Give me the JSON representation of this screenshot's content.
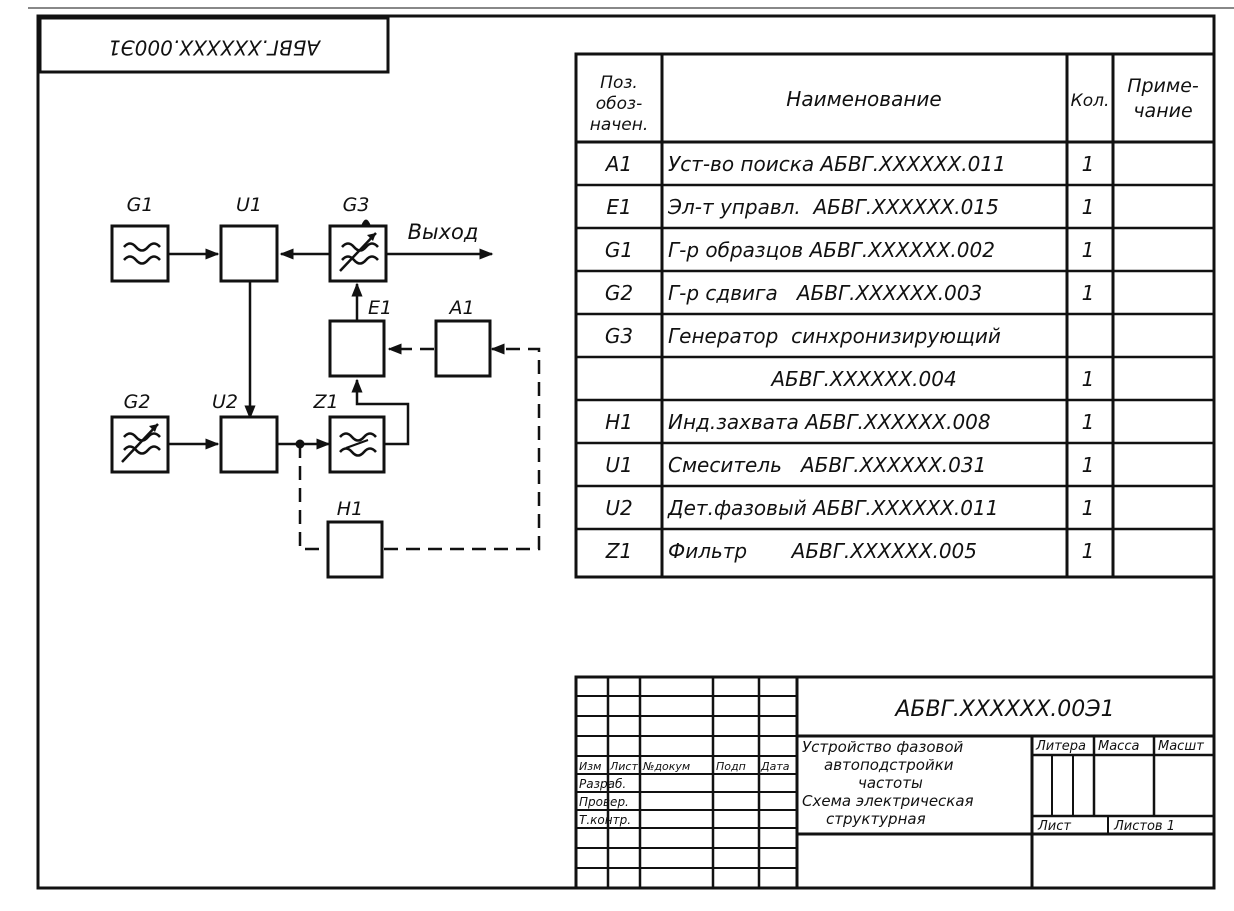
{
  "stamp_code": "АБВГ.XXXXXX.000Э1",
  "blocks": {
    "G1": "G1",
    "U1": "U1",
    "G3": "G3",
    "output": "Выход",
    "E1": "E1",
    "A1": "A1",
    "G2": "G2",
    "U2": "U2",
    "Z1": "Z1",
    "H1": "H1"
  },
  "list_table": {
    "headers": {
      "pos": [
        "Поз.",
        "обоз-",
        "начен."
      ],
      "name": "Наименование",
      "qty": "Кол.",
      "note": [
        "Приме-",
        "чание"
      ]
    },
    "rows": [
      {
        "pos": "A1",
        "name": "Уст-во поиска АБВГ.XXXXXX.011",
        "qty": "1"
      },
      {
        "pos": "E1",
        "name": "Эл-т управл.  АБВГ.XXXXXX.015",
        "qty": "1"
      },
      {
        "pos": "G1",
        "name": "Г-р образцов АБВГ.XXXXXX.002",
        "qty": "1"
      },
      {
        "pos": "G2",
        "name": "Г-р сдвига   АБВГ.XXXXXX.003",
        "qty": "1"
      },
      {
        "pos": "G3",
        "name": "Генератор  синхронизирующий",
        "qty": ""
      },
      {
        "pos": "",
        "name": "АБВГ.XXXXXX.004",
        "qty": "1"
      },
      {
        "pos": "H1",
        "name": "Инд.захвата АБВГ.XXXXXX.008",
        "qty": "1"
      },
      {
        "pos": "U1",
        "name": "Смеситель   АБВГ.XXXXXX.031",
        "qty": "1"
      },
      {
        "pos": "U2",
        "name": "Дет.фазовый АБВГ.XXXXXX.011",
        "qty": "1"
      },
      {
        "pos": "Z1",
        "name": "Фильтр       АБВГ.XXXXXX.005",
        "qty": "1"
      }
    ]
  },
  "title_block": {
    "designation": "АБВГ.XXXXXX.00Э1",
    "title_lines": [
      "Устройство фазовой",
      "автоподстройки",
      "частоты",
      "Схема электрическая",
      "структурная"
    ],
    "change_cols": [
      "Изм",
      "Лист",
      "№докум",
      "Подп",
      "Дата"
    ],
    "roles": [
      "Разраб.",
      "Провер.",
      "Т.контр."
    ],
    "litera": "Литера",
    "mass": "Масса",
    "scale": "Масшт",
    "sheet": "Лист",
    "sheets": "Листов 1"
  }
}
